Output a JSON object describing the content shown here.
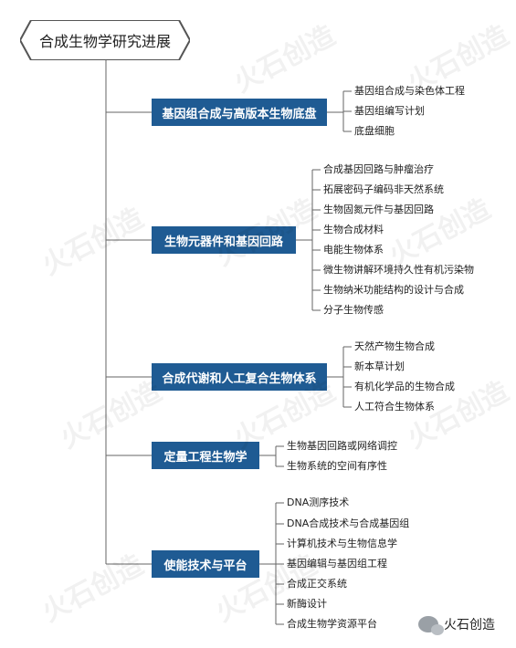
{
  "root": {
    "title": "合成生物学研究进展"
  },
  "branches": [
    {
      "label": "基因组合成与高版本生物底盘",
      "items": [
        "基因组合成与染色体工程",
        "基因组编写计划",
        "底盘细胞"
      ]
    },
    {
      "label": "生物元器件和基因回路",
      "items": [
        "合成基因回路与肿瘤治疗",
        "拓展密码子编码非天然系统",
        "生物固氮元件与基因回路",
        "生物合成材料",
        "电能生物体系",
        "微生物讲解环境持久性有机污染物",
        "生物纳米功能结构的设计与合成",
        "分子生物传感"
      ]
    },
    {
      "label": "合成代谢和人工复合生物体系",
      "items": [
        "天然产物生物合成",
        "新本草计划",
        "有机化学品的生物合成",
        "人工符合生物体系"
      ]
    },
    {
      "label": "定量工程生物学",
      "items": [
        "生物基因回路或网络调控",
        "生物系统的空间有序性"
      ]
    },
    {
      "label": "使能技术与平台",
      "items": [
        "DNA测序技术",
        "DNA合成技术与合成基因组",
        "计算机技术与生物信息学",
        "基因编辑与基因组工程",
        "合成正交系统",
        "新酶设计",
        "合成生物学资源平台"
      ]
    }
  ],
  "watermark": {
    "text": "火石创造"
  },
  "footer": {
    "logo_text": "火石创造",
    "logo_icon": "wechat-icon"
  },
  "colors": {
    "branch_bg": "#1f5b93",
    "line": "#666666"
  }
}
